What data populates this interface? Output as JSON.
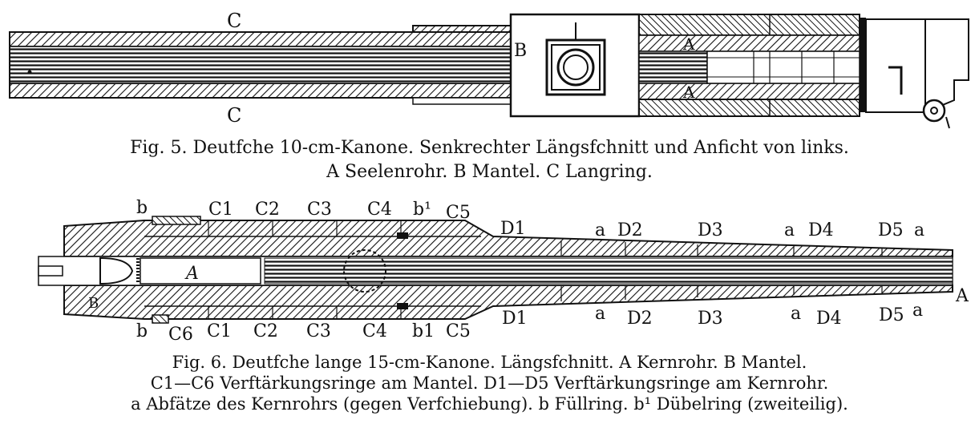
{
  "fig5": {
    "labels": {
      "C_top": "C",
      "C_bottom": "C",
      "A_top": "A",
      "A_bottom": "A",
      "B": "B"
    },
    "caption_line1": "Fig. 5.  Deutfche 10-cm-Kanone.  Senkrechter Längsfchnitt und Anficht von links.",
    "caption_line2": "A Seelenrohr.  B Mantel.  C Langring."
  },
  "fig6": {
    "labels": {
      "b_top": "b",
      "C1_top": "C1",
      "C2_top": "C2",
      "C3_top": "C3",
      "C4_top": "C4",
      "b1_top": "b¹",
      "C5_top": "C5",
      "D1_top": "D1",
      "a1_top": "a",
      "D2_top": "D2",
      "D3_top": "D3",
      "a2_top": "a",
      "D4_top": "D4",
      "D5_top": "D5",
      "a3_top": "a",
      "A_inner": "A",
      "B_breech": "B",
      "A_muzzle": "A",
      "b_bot": "b",
      "C6_bot": "C6",
      "C1_bot": "C1",
      "C2_bot": "C2",
      "C3_bot": "C3",
      "C4_bot": "C4",
      "b1_bot": "b1",
      "C5_bot": "C5",
      "D1_bot": "D1",
      "a1_bot": "a",
      "D2_bot": "D2",
      "D3_bot": "D3",
      "a2_bot": "a",
      "D4_bot": "D4",
      "D5_bot": "D5",
      "a3_bot": "a"
    },
    "caption_line1": "Fig. 6.  Deutfche lange 15-cm-Kanone.  Längsfchnitt.  A Kernrohr.  B Mantel.",
    "caption_line2": "C1—C6 Verftärkungsringe am Mantel.   D1—D5 Verftärkungsringe am Kernrohr.",
    "caption_line3": "a Abfätze des Kernrohrs (gegen Verfchiebung).  b Füllring.  b¹ Dübelring (zweiteilig)."
  }
}
